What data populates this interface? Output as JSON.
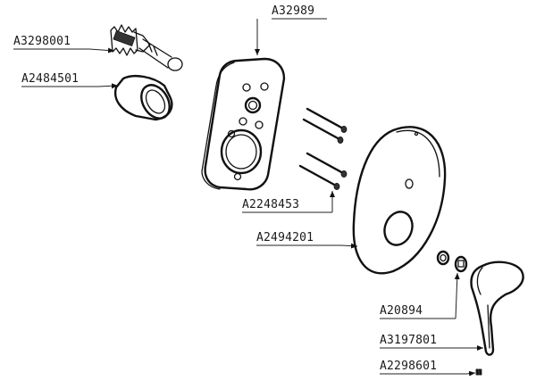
{
  "diagram": {
    "labels": [
      {
        "id": "a32989",
        "text": "A32989"
      },
      {
        "id": "a3298001",
        "text": "A3298001"
      },
      {
        "id": "a2484501",
        "text": "A2484501"
      },
      {
        "id": "a2248453",
        "text": "A2248453"
      },
      {
        "id": "a2494201",
        "text": "A2494201"
      },
      {
        "id": "a20894",
        "text": "A20894"
      },
      {
        "id": "a3197801",
        "text": "A3197801"
      },
      {
        "id": "a2298601",
        "text": "A2298601"
      }
    ]
  }
}
